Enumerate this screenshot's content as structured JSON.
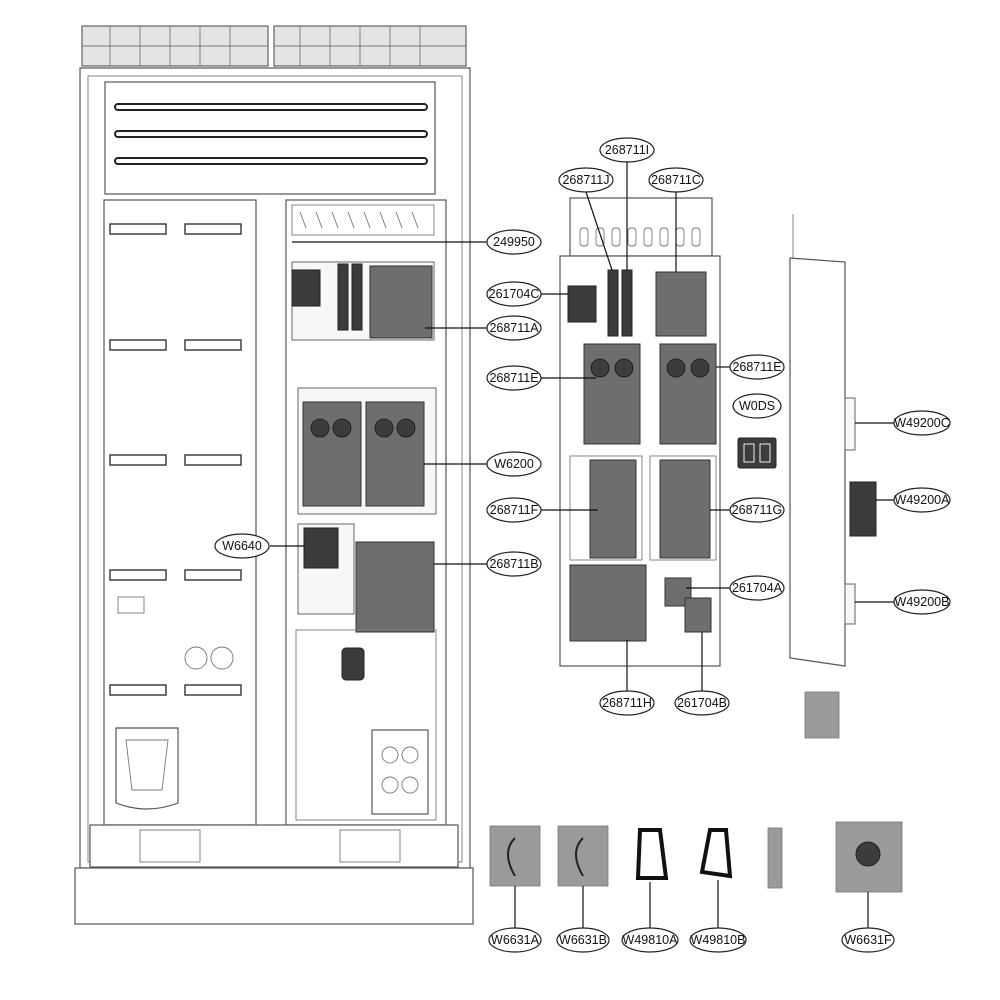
{
  "callouts": {
    "c_249950": "249950",
    "c_268711A": "268711A",
    "c_W6200": "W6200",
    "c_W6640": "W6640",
    "c_268711B": "268711B",
    "c_268711I": "268711I",
    "c_268711J": "268711J",
    "c_268711C": "268711C",
    "c_261704C": "261704C",
    "c_268711E_left": "268711E",
    "c_268711E_right": "268711E",
    "c_W0DS": "W0DS",
    "c_268711F": "268711F",
    "c_268711G": "268711G",
    "c_261704A": "261704A",
    "c_268711H": "268711H",
    "c_261704B": "261704B",
    "c_W49200C": "W49200C",
    "c_W49200A": "W49200A",
    "c_W49200B": "W49200B",
    "c_W6631A": "W6631A",
    "c_W6631B": "W6631B",
    "c_W49810A": "W49810A",
    "c_W49810B": "W49810B",
    "c_W6631F": "W6631F"
  },
  "colors": {
    "line": "#111111",
    "board": "#6e6e6e",
    "board_dark": "#3c3c3c",
    "panel": "#f7f7f7",
    "background": "#ffffff"
  }
}
